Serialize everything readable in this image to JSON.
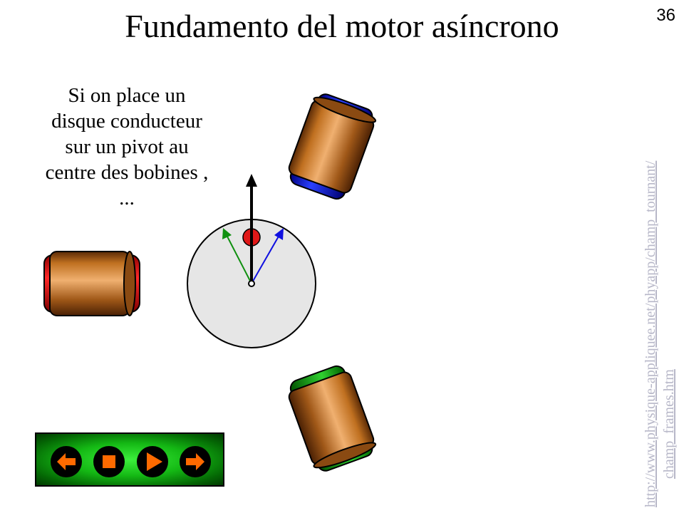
{
  "slide": {
    "title": "Fundamento del motor asíncrono",
    "number": "36"
  },
  "explanation_lines": [
    "Si on place un",
    "disque conducteur",
    "sur un pivot au",
    "centre des bobines ,",
    "..."
  ],
  "source_link": {
    "line1": "http://www.physique-appliquee.net/phyapp/champ_tournant/",
    "line2": "champ_frames.htm"
  },
  "coils": [
    {
      "name": "coil-red",
      "color": "#ff1010"
    },
    {
      "name": "coil-blue",
      "color": "#1020f0"
    },
    {
      "name": "coil-green",
      "color": "#10b010"
    }
  ],
  "vectors": [
    {
      "name": "green-field-vector",
      "color": "#109010"
    },
    {
      "name": "blue-field-vector",
      "color": "#1010e0"
    },
    {
      "name": "resultant-field-vector",
      "color": "#000000"
    }
  ],
  "controls": [
    {
      "name": "previous-button",
      "icon": "arrow-left-icon"
    },
    {
      "name": "stop-button",
      "icon": "stop-square-icon"
    },
    {
      "name": "play-button",
      "icon": "play-triangle-icon"
    },
    {
      "name": "next-button",
      "icon": "arrow-right-icon"
    }
  ],
  "colors": {
    "copper": "#b8661c",
    "disk": "#e6e6e6",
    "control_icon": "#ff6a00",
    "marker": "#e01818",
    "link": "#b7b7c8"
  }
}
